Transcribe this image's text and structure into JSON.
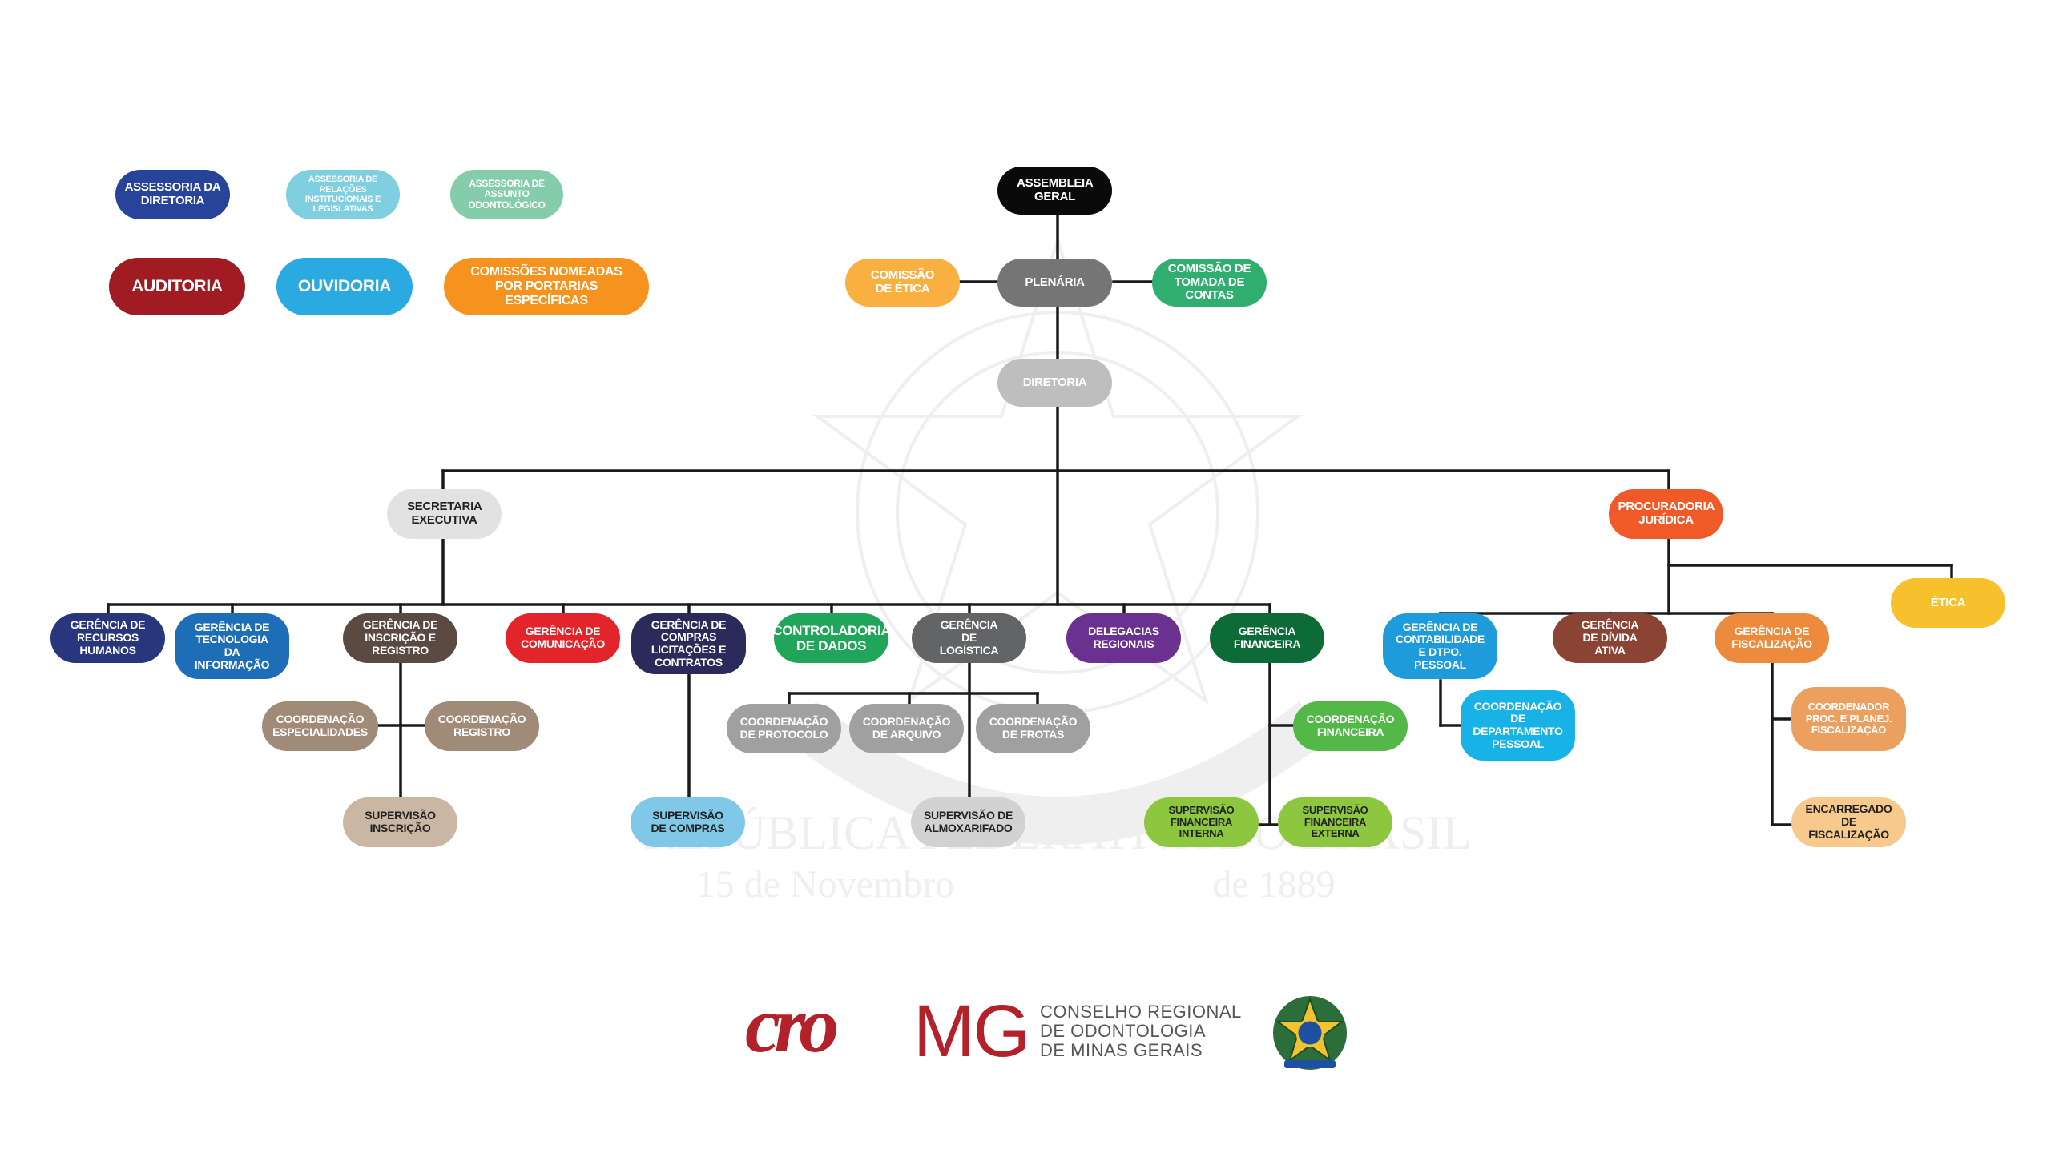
{
  "colors": {
    "line": "#1a1a1a",
    "brand": "#b3222a"
  },
  "nodes": {
    "assessoria_diretoria": {
      "label": "ASSESSORIA DA DIRETORIA",
      "color": "#27449a",
      "text": "#ffffff"
    },
    "assessoria_relacoes": {
      "label": "ASSESSORIA DE RELAÇÕES INSTITUCIONAIS E LEGISLATIVAS",
      "color": "#7fcfe0",
      "text": "#ffffff"
    },
    "assessoria_odontologico": {
      "label": "ASSESSORIA DE ASSUNTO ODONTOLÓGICO",
      "color": "#84ccaa",
      "text": "#ffffff"
    },
    "auditoria": {
      "label": "AUDITORIA",
      "color": "#a01c22",
      "text": "#ffffff"
    },
    "ouvidoria": {
      "label": "OUVIDORIA",
      "color": "#2ba9e1",
      "text": "#ffffff"
    },
    "comissoes_nomeadas": {
      "label": "COMISSÕES NOMEADAS POR PORTARIAS ESPECÍFICAS",
      "color": "#f6931e",
      "text": "#ffffff"
    },
    "assembleia": {
      "label": "ASSEMBLEIA GERAL",
      "color": "#0a0a0a",
      "text": "#ffffff"
    },
    "plenaria": {
      "label": "PLENÁRIA",
      "color": "#757575",
      "text": "#ffffff"
    },
    "comissao_etica": {
      "label": "COMISSÃO DE ÉTICA",
      "color": "#f9b041",
      "text": "#ffffff"
    },
    "comissao_tomada": {
      "label": "COMISSÃO DE TOMADA DE CONTAS",
      "color": "#2fae6f",
      "text": "#ffffff"
    },
    "diretoria": {
      "label": "DIRETORIA",
      "color": "#bebebe",
      "text": "#ffffff"
    },
    "secretaria": {
      "label": "SECRETARIA EXECUTIVA",
      "color": "#e2e2e2",
      "text": "#222222"
    },
    "procuradoria": {
      "label": "PROCURADORIA JURÍDICA",
      "color": "#ef5a28",
      "text": "#ffffff"
    },
    "etica": {
      "label": "ÉTICA",
      "color": "#f6c12c",
      "text": "#ffffff"
    },
    "ger_rh": {
      "label": "GERÊNCIA DE RECURSOS HUMANOS",
      "color": "#27367d",
      "text": "#ffffff"
    },
    "ger_ti": {
      "label": "GERÊNCIA DE TECNOLOGIA DA INFORMAÇÃO",
      "color": "#1e6db7",
      "text": "#ffffff"
    },
    "ger_inscricao": {
      "label": "GERÊNCIA DE INSCRIÇÃO E REGISTRO",
      "color": "#5a4a42",
      "text": "#ffffff"
    },
    "ger_comunicacao": {
      "label": "GERÊNCIA DE COMUNICAÇÃO",
      "color": "#e3242b",
      "text": "#ffffff"
    },
    "ger_compras": {
      "label": "GERÊNCIA DE COMPRAS LICITAÇÕES E CONTRATOS",
      "color": "#2b2a5a",
      "text": "#ffffff"
    },
    "controladoria": {
      "label": "CONTROLADORIA DE DADOS",
      "color": "#21a55a",
      "text": "#ffffff"
    },
    "ger_logistica": {
      "label": "GERÊNCIA DE LOGÍSTICA",
      "color": "#636466",
      "text": "#ffffff"
    },
    "delegacias": {
      "label": "DELEGACIAS REGIONAIS",
      "color": "#6b3191",
      "text": "#ffffff"
    },
    "ger_financeira": {
      "label": "GERÊNCIA FINANCEIRA",
      "color": "#0d6b37",
      "text": "#ffffff"
    },
    "ger_contabilidade": {
      "label": "GERÊNCIA DE CONTABILIDADE E DTPO. PESSOAL",
      "color": "#1e9bdb",
      "text": "#ffffff"
    },
    "ger_divida": {
      "label": "GERÊNCIA DE DÍVIDA ATIVA",
      "color": "#8b4433",
      "text": "#ffffff"
    },
    "ger_fiscalizacao": {
      "label": "GERÊNCIA DE FISCALIZAÇÃO",
      "color": "#ec8a3e",
      "text": "#ffffff"
    },
    "coord_especialidades": {
      "label": "COORDENAÇÃO ESPECIALIDADES",
      "color": "#a08a78",
      "text": "#ffffff"
    },
    "coord_registro": {
      "label": "COORDENAÇÃO REGISTRO",
      "color": "#a08a78",
      "text": "#ffffff"
    },
    "sup_inscricao": {
      "label": "SUPERVISÃO INSCRIÇÃO",
      "color": "#c9b7a4",
      "text": "#222222"
    },
    "sup_compras": {
      "label": "SUPERVISÃO DE COMPRAS",
      "color": "#7fc8e8",
      "text": "#222222"
    },
    "coord_protocolo": {
      "label": "COORDENAÇÃO DE PROTOCOLO",
      "color": "#a0a0a0",
      "text": "#ffffff"
    },
    "coord_arquivo": {
      "label": "COORDENAÇÃO DE ARQUIVO",
      "color": "#a0a0a0",
      "text": "#ffffff"
    },
    "coord_frotas": {
      "label": "COORDENAÇÃO DE FROTAS",
      "color": "#a0a0a0",
      "text": "#ffffff"
    },
    "sup_almoxarifado": {
      "label": "SUPERVISÃO DE ALMOXARIFADO",
      "color": "#d2d2d2",
      "text": "#222222"
    },
    "coord_financeira": {
      "label": "COORDENAÇÃO FINANCEIRA",
      "color": "#54b848",
      "text": "#ffffff"
    },
    "sup_fin_interna": {
      "label": "SUPERVISÃO FINANCEIRA INTERNA",
      "color": "#8dc63f",
      "text": "#222222"
    },
    "sup_fin_externa": {
      "label": "SUPERVISÃO FINANCEIRA EXTERNA",
      "color": "#8dc63f",
      "text": "#222222"
    },
    "coord_depto_pessoal": {
      "label": "COORDENAÇÃO DE DEPARTAMENTO PESSOAL",
      "color": "#17b3e6",
      "text": "#ffffff"
    },
    "coord_proc_planej": {
      "label": "COORDENADOR PROC. E PLANEJ. FISCALIZAÇÃO",
      "color": "#eca060",
      "text": "#ffffff"
    },
    "encarregado_fisc": {
      "label": "ENCARREGADO DE FISCALIZAÇÃO",
      "color": "#f8c98c",
      "text": "#222222"
    }
  },
  "footer": {
    "logo_cro": "cro",
    "logo_mg": "MG",
    "org_line_1": "CONSELHO REGIONAL",
    "org_line_2": "DE ODONTOLOGIA",
    "org_line_3": "DE MINAS GERAIS",
    "brasao_icon": "brazil-coat-of-arms-icon"
  },
  "watermark": {
    "ribbon_text": "REPÚBLICA FEDERATIVA DO BRASIL",
    "date_left": "15 de Novembro",
    "date_right": "de 1889"
  }
}
